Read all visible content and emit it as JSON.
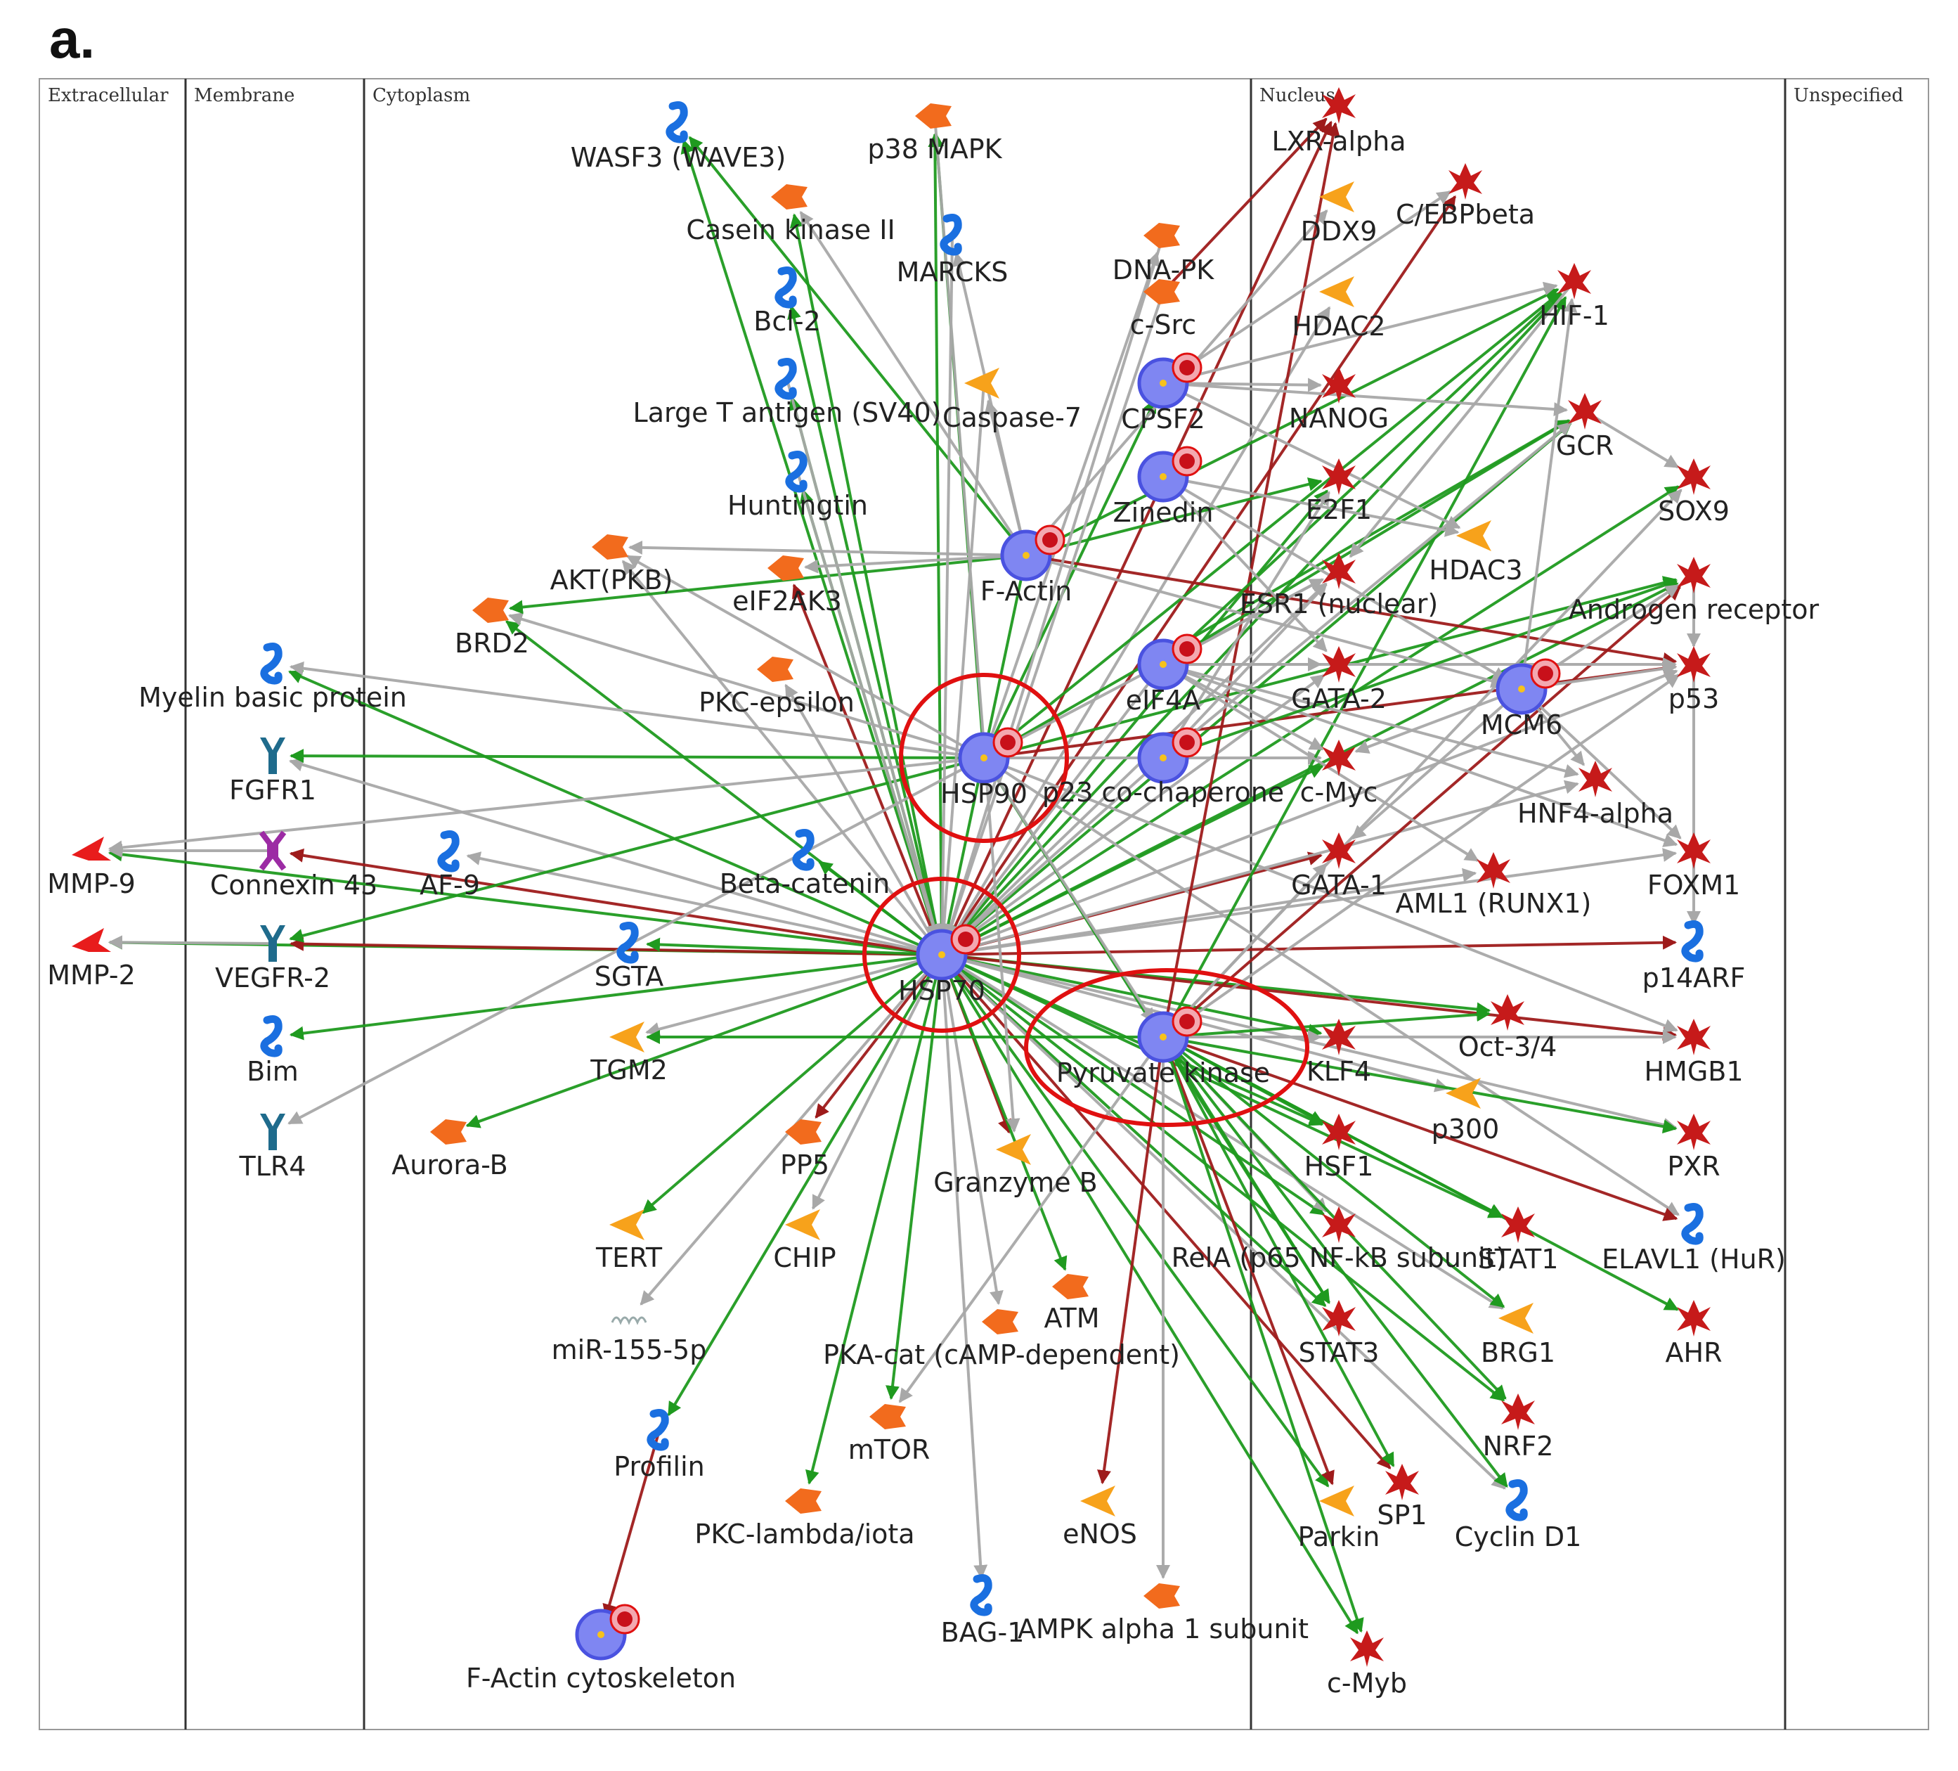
{
  "panel_letter": "a.",
  "compartments": [
    {
      "id": "ext",
      "label": "Extracellular"
    },
    {
      "id": "mem",
      "label": "Membrane"
    },
    {
      "id": "cyt",
      "label": "Cytoplasm"
    },
    {
      "id": "nuc",
      "label": "Nucleus"
    },
    {
      "id": "uns",
      "label": "Unspecified"
    }
  ],
  "colors": {
    "activation": "#1f9a1f",
    "inhibition": "#9e1b1b",
    "unspecified": "#a8a8a8",
    "highlight": "#e01010",
    "hub": "#4a52e0",
    "kinase": "#f26b1d",
    "enzyme": "#f7a21b",
    "tf": "#c61a1a",
    "generic": "#1a6fe0",
    "receptor": "#1f6b8c",
    "protease": "#e81c1c",
    "channel": "#9c2ba4"
  },
  "nodes": [
    {
      "id": "WASF3",
      "label": "WASF3 (WAVE3)",
      "type": "generic"
    },
    {
      "id": "p38",
      "label": "p38 MAPK",
      "type": "kinase"
    },
    {
      "id": "CK2",
      "label": "Casein kinase II",
      "type": "kinase"
    },
    {
      "id": "MARCKS",
      "label": "MARCKS",
      "type": "generic"
    },
    {
      "id": "Bcl2",
      "label": "Bcl-2",
      "type": "generic"
    },
    {
      "id": "LTag",
      "label": "Large T antigen (SV40)",
      "type": "generic"
    },
    {
      "id": "Casp7",
      "label": "Caspase-7",
      "type": "enzyme"
    },
    {
      "id": "Htt",
      "label": "Huntingtin",
      "type": "generic"
    },
    {
      "id": "AKT",
      "label": "AKT(PKB)",
      "type": "kinase"
    },
    {
      "id": "BRD2",
      "label": "BRD2",
      "type": "kinase"
    },
    {
      "id": "eIF2AK3",
      "label": "eIF2AK3",
      "type": "kinase"
    },
    {
      "id": "MBP",
      "label": "Myelin basic protein",
      "type": "generic"
    },
    {
      "id": "PKCe",
      "label": "PKC-epsilon",
      "type": "kinase"
    },
    {
      "id": "FGFR1",
      "label": "FGFR1",
      "type": "receptor"
    },
    {
      "id": "MMP9",
      "label": "MMP-9",
      "type": "protease"
    },
    {
      "id": "Cx43",
      "label": "Connexin 43",
      "type": "channel"
    },
    {
      "id": "AF9",
      "label": "AF-9",
      "type": "generic"
    },
    {
      "id": "bcat",
      "label": "Beta-catenin",
      "type": "generic"
    },
    {
      "id": "MMP2",
      "label": "MMP-2",
      "type": "protease"
    },
    {
      "id": "VEGFR2",
      "label": "VEGFR-2",
      "type": "receptor"
    },
    {
      "id": "SGTA",
      "label": "SGTA",
      "type": "generic"
    },
    {
      "id": "Bim",
      "label": "Bim",
      "type": "generic"
    },
    {
      "id": "TGM2",
      "label": "TGM2",
      "type": "enzyme"
    },
    {
      "id": "TLR4",
      "label": "TLR4",
      "type": "receptor"
    },
    {
      "id": "AurB",
      "label": "Aurora-B",
      "type": "kinase"
    },
    {
      "id": "PP5",
      "label": "PP5",
      "type": "kinase"
    },
    {
      "id": "GzmB",
      "label": "Granzyme B",
      "type": "enzyme"
    },
    {
      "id": "TERT",
      "label": "TERT",
      "type": "enzyme"
    },
    {
      "id": "CHIP",
      "label": "CHIP",
      "type": "enzyme"
    },
    {
      "id": "miR155",
      "label": "miR-155-5p",
      "type": "mirna"
    },
    {
      "id": "PKA",
      "label": "PKA-cat (cAMP-dependent)",
      "type": "kinase"
    },
    {
      "id": "ATM",
      "label": "ATM",
      "type": "kinase"
    },
    {
      "id": "mTOR",
      "label": "mTOR",
      "type": "kinase"
    },
    {
      "id": "Profilin",
      "label": "Profilin",
      "type": "generic"
    },
    {
      "id": "PKCl",
      "label": "PKC-lambda/iota",
      "type": "kinase"
    },
    {
      "id": "eNOS",
      "label": "eNOS",
      "type": "enzyme"
    },
    {
      "id": "BAG1",
      "label": "BAG-1",
      "type": "generic"
    },
    {
      "id": "AMPK",
      "label": "AMPK alpha 1 subunit",
      "type": "kinase"
    },
    {
      "id": "FAcy",
      "label": "F-Actin cytoskeleton",
      "type": "hub"
    },
    {
      "id": "DNAPK",
      "label": "DNA-PK",
      "type": "kinase"
    },
    {
      "id": "cSrc",
      "label": "c-Src",
      "type": "kinase"
    },
    {
      "id": "CPSF2",
      "label": "CPSF2",
      "type": "hub"
    },
    {
      "id": "Zinedin",
      "label": "Zinedin",
      "type": "hub"
    },
    {
      "id": "FActin",
      "label": "F-Actin",
      "type": "hub"
    },
    {
      "id": "eIF4A",
      "label": "eIF4A",
      "type": "hub"
    },
    {
      "id": "p23",
      "label": "p23 co-chaperone",
      "type": "hub"
    },
    {
      "id": "HSP90",
      "label": "HSP90",
      "type": "hub"
    },
    {
      "id": "HSP70",
      "label": "HSP70",
      "type": "hub"
    },
    {
      "id": "PK",
      "label": "Pyruvate kinase",
      "type": "hub"
    },
    {
      "id": "LXRa",
      "label": "LXR-alpha",
      "type": "tf"
    },
    {
      "id": "DDX9",
      "label": "DDX9",
      "type": "enzyme"
    },
    {
      "id": "CEBPb",
      "label": "C/EBPbeta",
      "type": "tf"
    },
    {
      "id": "HDAC2",
      "label": "HDAC2",
      "type": "enzyme"
    },
    {
      "id": "HIF1",
      "label": "HIF-1",
      "type": "tf"
    },
    {
      "id": "NANOG",
      "label": "NANOG",
      "type": "tf"
    },
    {
      "id": "GCR",
      "label": "GCR",
      "type": "tf"
    },
    {
      "id": "E2F1",
      "label": "E2F1",
      "type": "tf"
    },
    {
      "id": "SOX9",
      "label": "SOX9",
      "type": "tf"
    },
    {
      "id": "HDAC3",
      "label": "HDAC3",
      "type": "enzyme"
    },
    {
      "id": "ESR1",
      "label": "ESR1 (nuclear)",
      "type": "tf"
    },
    {
      "id": "AR",
      "label": "Androgen receptor",
      "type": "tf"
    },
    {
      "id": "GATA2",
      "label": "GATA-2",
      "type": "tf"
    },
    {
      "id": "MCM6",
      "label": "MCM6",
      "type": "hub"
    },
    {
      "id": "p53",
      "label": "p53",
      "type": "tf"
    },
    {
      "id": "cMyc",
      "label": "c-Myc",
      "type": "tf"
    },
    {
      "id": "HNF4a",
      "label": "HNF4-alpha",
      "type": "tf"
    },
    {
      "id": "GATA1",
      "label": "GATA-1",
      "type": "tf"
    },
    {
      "id": "AML1",
      "label": "AML1 (RUNX1)",
      "type": "tf"
    },
    {
      "id": "FOXM1",
      "label": "FOXM1",
      "type": "tf"
    },
    {
      "id": "p14ARF",
      "label": "p14ARF",
      "type": "generic"
    },
    {
      "id": "Oct34",
      "label": "Oct-3/4",
      "type": "tf"
    },
    {
      "id": "HMGB1",
      "label": "HMGB1",
      "type": "tf"
    },
    {
      "id": "KLF4",
      "label": "KLF4",
      "type": "tf"
    },
    {
      "id": "p300",
      "label": "p300",
      "type": "enzyme"
    },
    {
      "id": "HSF1",
      "label": "HSF1",
      "type": "tf"
    },
    {
      "id": "PXR",
      "label": "PXR",
      "type": "tf"
    },
    {
      "id": "RelA",
      "label": "RelA (p65 NF-kB subunit)",
      "type": "tf"
    },
    {
      "id": "STAT1",
      "label": "STAT1",
      "type": "tf"
    },
    {
      "id": "ELAVL1",
      "label": "ELAVL1 (HuR)",
      "type": "generic"
    },
    {
      "id": "STAT3",
      "label": "STAT3",
      "type": "tf"
    },
    {
      "id": "BRG1",
      "label": "BRG1",
      "type": "enzyme"
    },
    {
      "id": "AHR",
      "label": "AHR",
      "type": "tf"
    },
    {
      "id": "NRF2",
      "label": "NRF2",
      "type": "tf"
    },
    {
      "id": "Parkin",
      "label": "Parkin",
      "type": "enzyme"
    },
    {
      "id": "SP1",
      "label": "SP1",
      "type": "tf"
    },
    {
      "id": "CycD1",
      "label": "Cyclin D1",
      "type": "generic"
    },
    {
      "id": "cMyb",
      "label": "c-Myb",
      "type": "tf"
    }
  ],
  "highlighted": [
    "HSP90",
    "HSP70",
    "PK"
  ],
  "edges": [
    [
      "HSP70",
      "MMP9",
      "a"
    ],
    [
      "HSP70",
      "MMP2",
      "a"
    ],
    [
      "HSP70",
      "VEGFR2",
      "i"
    ],
    [
      "HSP70",
      "FGFR1",
      "u"
    ],
    [
      "HSP70",
      "MBP",
      "a"
    ],
    [
      "HSP70",
      "Cx43",
      "i"
    ],
    [
      "HSP70",
      "AF9",
      "u"
    ],
    [
      "HSP70",
      "SGTA",
      "a"
    ],
    [
      "HSP70",
      "Bim",
      "a"
    ],
    [
      "HSP70",
      "TGM2",
      "u"
    ],
    [
      "HSP70",
      "AurB",
      "a"
    ],
    [
      "HSP70",
      "PP5",
      "i"
    ],
    [
      "HSP70",
      "TERT",
      "a"
    ],
    [
      "HSP70",
      "CHIP",
      "u"
    ],
    [
      "HSP70",
      "miR155",
      "u"
    ],
    [
      "HSP70",
      "Profilin",
      "a"
    ],
    [
      "HSP70",
      "PKCl",
      "a"
    ],
    [
      "HSP70",
      "mTOR",
      "a"
    ],
    [
      "HSP70",
      "PKA",
      "u"
    ],
    [
      "HSP70",
      "BAG1",
      "u"
    ],
    [
      "HSP70",
      "GzmB",
      "i"
    ],
    [
      "HSP70",
      "ATM",
      "a"
    ],
    [
      "HSP70",
      "WASF3",
      "a"
    ],
    [
      "HSP70",
      "p38",
      "a"
    ],
    [
      "HSP70",
      "CK2",
      "a"
    ],
    [
      "HSP70",
      "Bcl2",
      "a"
    ],
    [
      "HSP70",
      "LTag",
      "a"
    ],
    [
      "HSP70",
      "Htt",
      "a"
    ],
    [
      "HSP70",
      "AKT",
      "u"
    ],
    [
      "HSP70",
      "eIF2AK3",
      "i"
    ],
    [
      "HSP70",
      "PKCe",
      "u"
    ],
    [
      "HSP70",
      "bcat",
      "a"
    ],
    [
      "HSP70",
      "BRD2",
      "a"
    ],
    [
      "HSP70",
      "HIF1",
      "a"
    ],
    [
      "HSP70",
      "GCR",
      "a"
    ],
    [
      "HSP70",
      "CEBPb",
      "i"
    ],
    [
      "HSP70",
      "LXRa",
      "i"
    ],
    [
      "HSP70",
      "HDAC2",
      "u"
    ],
    [
      "HSP70",
      "E2F1",
      "a"
    ],
    [
      "HSP70",
      "ESR1",
      "u"
    ],
    [
      "HSP70",
      "GATA2",
      "u"
    ],
    [
      "HSP70",
      "cMyc",
      "a"
    ],
    [
      "HSP70",
      "GATA1",
      "i"
    ],
    [
      "HSP70",
      "AML1",
      "u"
    ],
    [
      "HSP70",
      "p14ARF",
      "i"
    ],
    [
      "HSP70",
      "Oct34",
      "a"
    ],
    [
      "HSP70",
      "HMGB1",
      "i"
    ],
    [
      "HSP70",
      "KLF4",
      "a"
    ],
    [
      "HSP70",
      "p300",
      "u"
    ],
    [
      "HSP70",
      "HSF1",
      "a"
    ],
    [
      "HSP70",
      "PXR",
      "u"
    ],
    [
      "HSP70",
      "RelA",
      "a"
    ],
    [
      "HSP70",
      "STAT1",
      "a"
    ],
    [
      "HSP70",
      "STAT3",
      "a"
    ],
    [
      "HSP70",
      "BRG1",
      "u"
    ],
    [
      "HSP70",
      "NRF2",
      "a"
    ],
    [
      "HSP70",
      "Parkin",
      "a"
    ],
    [
      "HSP70",
      "SP1",
      "i"
    ],
    [
      "HSP70",
      "CycD1",
      "u"
    ],
    [
      "HSP70",
      "cMyb",
      "a"
    ],
    [
      "HSP70",
      "p53",
      "u"
    ],
    [
      "HSP70",
      "AR",
      "a"
    ],
    [
      "HSP70",
      "SOX9",
      "a"
    ],
    [
      "HSP70",
      "FOXM1",
      "u"
    ],
    [
      "HSP70",
      "HNF4a",
      "u"
    ],
    [
      "HSP90",
      "FGFR1",
      "a"
    ],
    [
      "HSP90",
      "VEGFR2",
      "a"
    ],
    [
      "HSP90",
      "MBP",
      "u"
    ],
    [
      "HSP90",
      "MMP9",
      "u"
    ],
    [
      "HSP90",
      "AKT",
      "u"
    ],
    [
      "HSP90",
      "BRD2",
      "u"
    ],
    [
      "HSP90",
      "CPSF2",
      "a"
    ],
    [
      "HSP90",
      "HIF1",
      "a"
    ],
    [
      "HSP90",
      "GCR",
      "a"
    ],
    [
      "HSP90",
      "AR",
      "a"
    ],
    [
      "HSP90",
      "p53",
      "i"
    ],
    [
      "HSP90",
      "ESR1",
      "u"
    ],
    [
      "HSP90",
      "cMyc",
      "u"
    ],
    [
      "HSP90",
      "STAT3",
      "a"
    ],
    [
      "HSP90",
      "ELAVL1",
      "u"
    ],
    [
      "HSP90",
      "HMGB1",
      "u"
    ],
    [
      "HSP90",
      "TLR4",
      "u"
    ],
    [
      "HSP90",
      "PK",
      "u"
    ],
    [
      "HSP90",
      "DNAPK",
      "u"
    ],
    [
      "HSP90",
      "p38",
      "a"
    ],
    [
      "FActin",
      "AKT",
      "u"
    ],
    [
      "FActin",
      "BRD2",
      "a"
    ],
    [
      "FActin",
      "MARCKS",
      "u"
    ],
    [
      "FActin",
      "WASF3",
      "a"
    ],
    [
      "FActin",
      "CK2",
      "u"
    ],
    [
      "FActin",
      "Casp7",
      "u"
    ],
    [
      "FActin",
      "eIF2AK3",
      "u"
    ],
    [
      "FActin",
      "DDX9",
      "u"
    ],
    [
      "FActin",
      "HIF1",
      "a"
    ],
    [
      "FActin",
      "E2F1",
      "a"
    ],
    [
      "FActin",
      "p53",
      "i"
    ],
    [
      "FActin",
      "MCM6",
      "u"
    ],
    [
      "FActin",
      "HSP70",
      "a"
    ],
    [
      "PK",
      "TGM2",
      "a"
    ],
    [
      "PK",
      "HIF1",
      "a"
    ],
    [
      "PK",
      "p53",
      "u"
    ],
    [
      "PK",
      "eNOS",
      "i"
    ],
    [
      "PK",
      "AMPK",
      "u"
    ],
    [
      "PK",
      "mTOR",
      "u"
    ],
    [
      "PK",
      "Oct34",
      "a"
    ],
    [
      "PK",
      "HMGB1",
      "u"
    ],
    [
      "PK",
      "PXR",
      "a"
    ],
    [
      "PK",
      "ELAVL1",
      "i"
    ],
    [
      "PK",
      "AHR",
      "a"
    ],
    [
      "PK",
      "STAT3",
      "a"
    ],
    [
      "PK",
      "RelA",
      "u"
    ],
    [
      "PK",
      "NRF2",
      "a"
    ],
    [
      "PK",
      "Parkin",
      "i"
    ],
    [
      "PK",
      "SP1",
      "a"
    ],
    [
      "PK",
      "CycD1",
      "a"
    ],
    [
      "PK",
      "cMyb",
      "a"
    ],
    [
      "PK",
      "BRG1",
      "a"
    ],
    [
      "PK",
      "STAT1",
      "a"
    ],
    [
      "PK",
      "HSF1",
      "a"
    ],
    [
      "PK",
      "KLF4",
      "u"
    ],
    [
      "PK",
      "SOX9",
      "u"
    ],
    [
      "PK",
      "GATA1",
      "u"
    ],
    [
      "PK",
      "LXRa",
      "i"
    ],
    [
      "PK",
      "AR",
      "i"
    ],
    [
      "eIF4A",
      "HSP70",
      "u"
    ],
    [
      "eIF4A",
      "GCR",
      "a"
    ],
    [
      "eIF4A",
      "HIF1",
      "a"
    ],
    [
      "eIF4A",
      "ESR1",
      "u"
    ],
    [
      "eIF4A",
      "GATA2",
      "u"
    ],
    [
      "eIF4A",
      "p53",
      "u"
    ],
    [
      "eIF4A",
      "FOXM1",
      "u"
    ],
    [
      "eIF4A",
      "HNF4a",
      "u"
    ],
    [
      "eIF4A",
      "cMyc",
      "u"
    ],
    [
      "eIF4A",
      "AML1",
      "u"
    ],
    [
      "p23",
      "HSP70",
      "u"
    ],
    [
      "p23",
      "ESR1",
      "u"
    ],
    [
      "p23",
      "GCR",
      "u"
    ],
    [
      "p23",
      "AR",
      "a"
    ],
    [
      "p23",
      "E2F1",
      "u"
    ],
    [
      "CPSF2",
      "CEBPb",
      "u"
    ],
    [
      "CPSF2",
      "NANOG",
      "u"
    ],
    [
      "CPSF2",
      "HDAC3",
      "u"
    ],
    [
      "CPSF2",
      "GCR",
      "u"
    ],
    [
      "CPSF2",
      "HIF1",
      "u"
    ],
    [
      "Zinedin",
      "HDAC3",
      "u"
    ],
    [
      "Zinedin",
      "GATA2",
      "u"
    ],
    [
      "Zinedin",
      "MCM6",
      "u"
    ],
    [
      "MCM6",
      "p53",
      "u"
    ],
    [
      "MCM6",
      "HIF1",
      "u"
    ],
    [
      "MCM6",
      "AR",
      "u"
    ],
    [
      "MCM6",
      "HNF4a",
      "u"
    ],
    [
      "MCM6",
      "FOXM1",
      "u"
    ],
    [
      "MCM6",
      "cMyc",
      "u"
    ],
    [
      "MCM6",
      "GATA1",
      "u"
    ],
    [
      "cSrc",
      "HSP70",
      "u"
    ],
    [
      "cSrc",
      "LXRa",
      "i"
    ],
    [
      "DNAPK",
      "HSP70",
      "u"
    ],
    [
      "Casp7",
      "HSP70",
      "u"
    ],
    [
      "p38",
      "GzmB",
      "u"
    ],
    [
      "MARCKS",
      "HSP70",
      "u"
    ],
    [
      "LTag",
      "HSP70",
      "u"
    ],
    [
      "Htt",
      "HSP70",
      "u"
    ],
    [
      "Profilin",
      "FAcy",
      "i"
    ],
    [
      "GCR",
      "SOX9",
      "u"
    ],
    [
      "HIF1",
      "ESR1",
      "u"
    ],
    [
      "p53",
      "p14ARF",
      "u"
    ],
    [
      "AR",
      "p53",
      "u"
    ],
    [
      "VEGFR2",
      "MMP2",
      "u"
    ],
    [
      "Cx43",
      "MMP9",
      "u"
    ]
  ]
}
